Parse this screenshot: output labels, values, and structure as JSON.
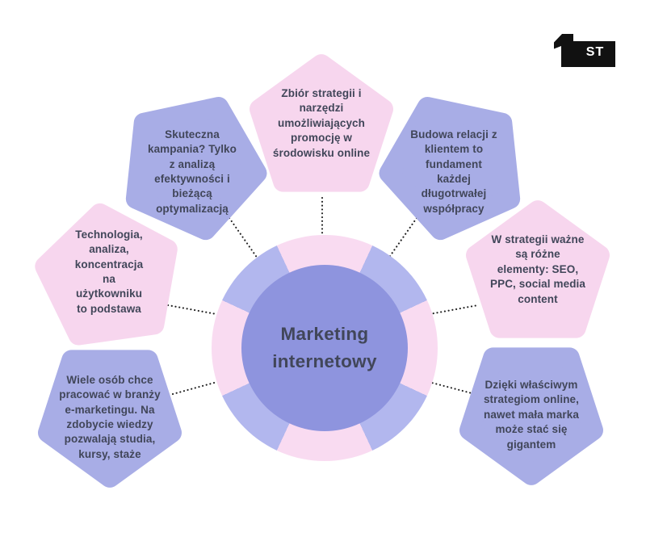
{
  "center": {
    "title": "Marketing internetowy"
  },
  "logo": {
    "text": "ST"
  },
  "nodes": [
    {
      "position": "top",
      "shape": "pentagon",
      "fill": "#f7d6ee",
      "text": "Zbiór strategii i narzędzi umożliwiających promocję w środowisku online"
    },
    {
      "position": "top-left",
      "shape": "pentagon",
      "fill": "#a8ade6",
      "text": "Skuteczna kampania? Tylko z analizą efektywności i bieżącą optymalizacją"
    },
    {
      "position": "top-right",
      "shape": "pentagon",
      "fill": "#a8ade6",
      "text": "Budowa relacji z klientem to fundament każdej długotrwałej współpracy"
    },
    {
      "position": "left",
      "shape": "pentagon",
      "fill": "#f7d6ee",
      "text": "Technologia, analiza, koncentracja na użytkowniku to podstawa"
    },
    {
      "position": "right",
      "shape": "pentagon",
      "fill": "#f7d6ee",
      "text": "W strategii ważne są różne elementy: SEO, PPC, social media content"
    },
    {
      "position": "bottom-left",
      "shape": "pentagon",
      "fill": "#a8ade6",
      "text": "Wiele osób chce pracować w branży e-marketingu. Na zdobycie wiedzy pozwalają studia, kursy, staże"
    },
    {
      "position": "bottom-right",
      "shape": "pentagon",
      "fill": "#a8ade6",
      "text": "Dzięki właściwym strategiom online, nawet mała marka może stać się gigantem"
    }
  ],
  "colors": {
    "background": "#ffffff",
    "node-pink": "#f7d6ee",
    "node-purple": "#a8ade6",
    "ring-pink": "#f9dbf1",
    "ring-purple": "#b2b7ee",
    "circle": "#8e94de",
    "text": "#414659",
    "connector": "#1f1f1f",
    "logo": "#111111"
  }
}
